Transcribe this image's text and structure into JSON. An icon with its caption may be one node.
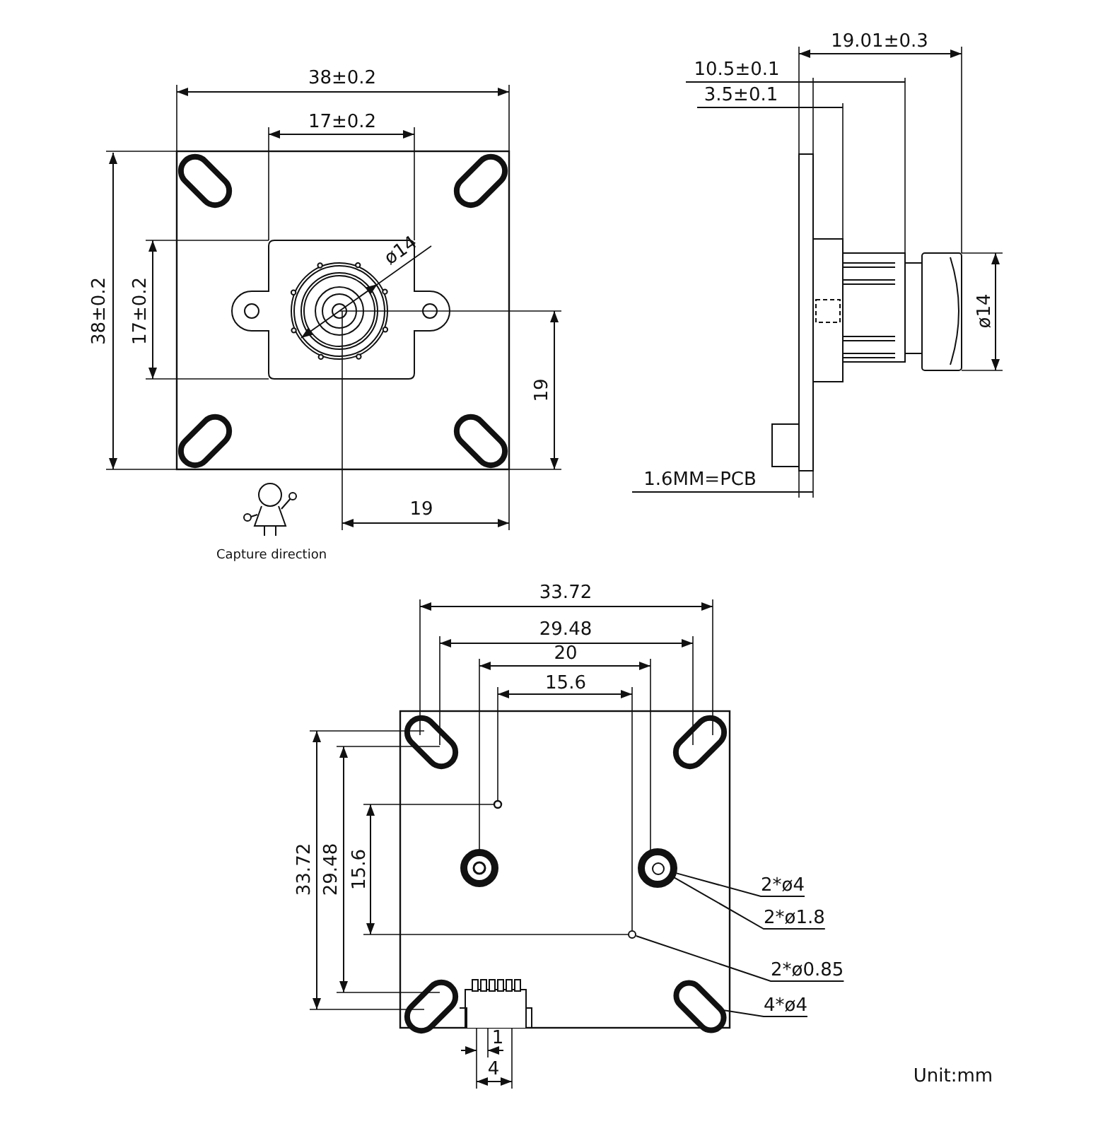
{
  "diagram": {
    "nodes": [
      {
        "text": [
          "2*ø4"
        ]
      },
      {
        "text": [],
        "shape": "circle"
      },
      {
        "text": [
          "2*ø1.8"
        ]
      },
      {
        "text": [],
        "shape": "circle",
        "in": 1
      },
      {
        "text": [
          "2*ø0.85"
        ]
      },
      {
        "text": [],
        "shape": "circle"
      },
      {
        "text": [
          "4*ø4"
        ]
      },
      {
        "text": [],
        "shape": "slot"
      }
    ],
    "edges": [
      {
        "from": 0,
        "to": 1,
        "arrow": "none"
      },
      {
        "from": 2,
        "to": 3,
        "arrow": "none"
      },
      {
        "from": 4,
        "to": 5,
        "arrow": "none"
      },
      {
        "from": 6,
        "to": 7,
        "arrow": "none"
      }
    ],
    "labels": [
      "38±0.2",
      "17±0.2",
      "ø14",
      "38±0.2",
      "17±0.2",
      "19",
      "19",
      "Capture direction",
      "19.01±0.3",
      "10.5±0.1",
      "3.5±0.1",
      "ø14",
      "1.6MM=PCB",
      "33.72",
      "29.48",
      "20",
      "15.6",
      "33.72",
      "29.48",
      "15.6",
      "1",
      "4",
      "Unit:mm"
    ]
  }
}
